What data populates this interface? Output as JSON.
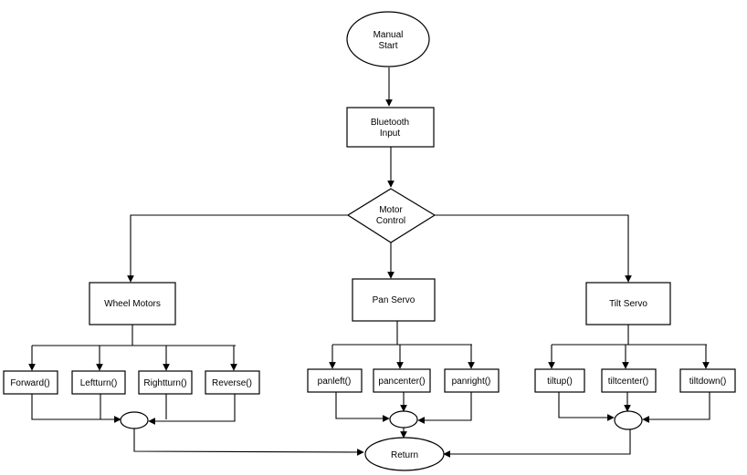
{
  "nodes": {
    "start": [
      "Manual",
      "Start"
    ],
    "bluetooth": [
      "Bluetooth",
      "Input"
    ],
    "motor": [
      "Motor",
      "Control"
    ],
    "wheel": "Wheel Motors",
    "pan": "Pan Servo",
    "tilt": "Tilt Servo",
    "forward": "Forward()",
    "leftturn": "Leftturn()",
    "rightturn": "Rightturn()",
    "reverse": "Reverse()",
    "panleft": "panleft()",
    "pancenter": "pancenter()",
    "panright": "panright()",
    "tiltup": "tiltup()",
    "tiltcenter": "tiltcenter()",
    "tiltdown": "tiltdown()",
    "return": "Return"
  }
}
